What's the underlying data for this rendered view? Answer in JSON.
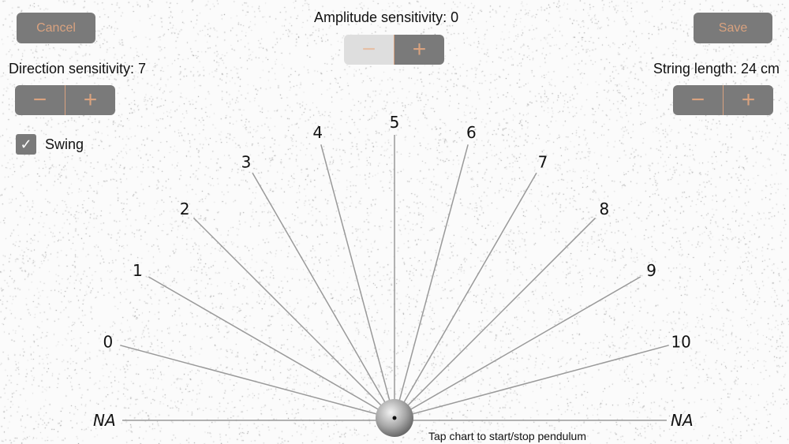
{
  "toolbar": {
    "cancel_label": "Cancel",
    "save_label": "Save"
  },
  "amplitude": {
    "label": "Amplitude sensitivity: 0",
    "minus": "−",
    "plus": "+",
    "minus_disabled": true
  },
  "direction": {
    "label": "Direction sensitivity: 7",
    "minus": "−",
    "plus": "+"
  },
  "string_length": {
    "label": "String length: 24 cm",
    "minus": "−",
    "plus": "+"
  },
  "swing": {
    "label": "Swing",
    "checked": true,
    "check_glyph": "✓"
  },
  "chart": {
    "ticks": [
      "0",
      "1",
      "2",
      "3",
      "4",
      "5",
      "6",
      "7",
      "8",
      "9",
      "10"
    ],
    "na_left": "NA",
    "na_right": "NA"
  },
  "hint": "Tap chart to start/stop pendulum",
  "colors": {
    "button": "#7a7a7a",
    "accent": "#d9a27f",
    "line": "#999999"
  }
}
